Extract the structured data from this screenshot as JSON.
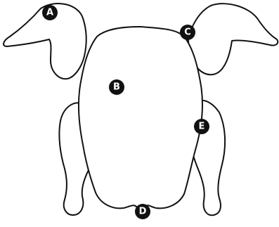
{
  "diagram": {
    "markers": [
      {
        "id": "A",
        "label": "A"
      },
      {
        "id": "B",
        "label": "B"
      },
      {
        "id": "C",
        "label": "C"
      },
      {
        "id": "D",
        "label": "D"
      },
      {
        "id": "E",
        "label": "E"
      }
    ]
  }
}
